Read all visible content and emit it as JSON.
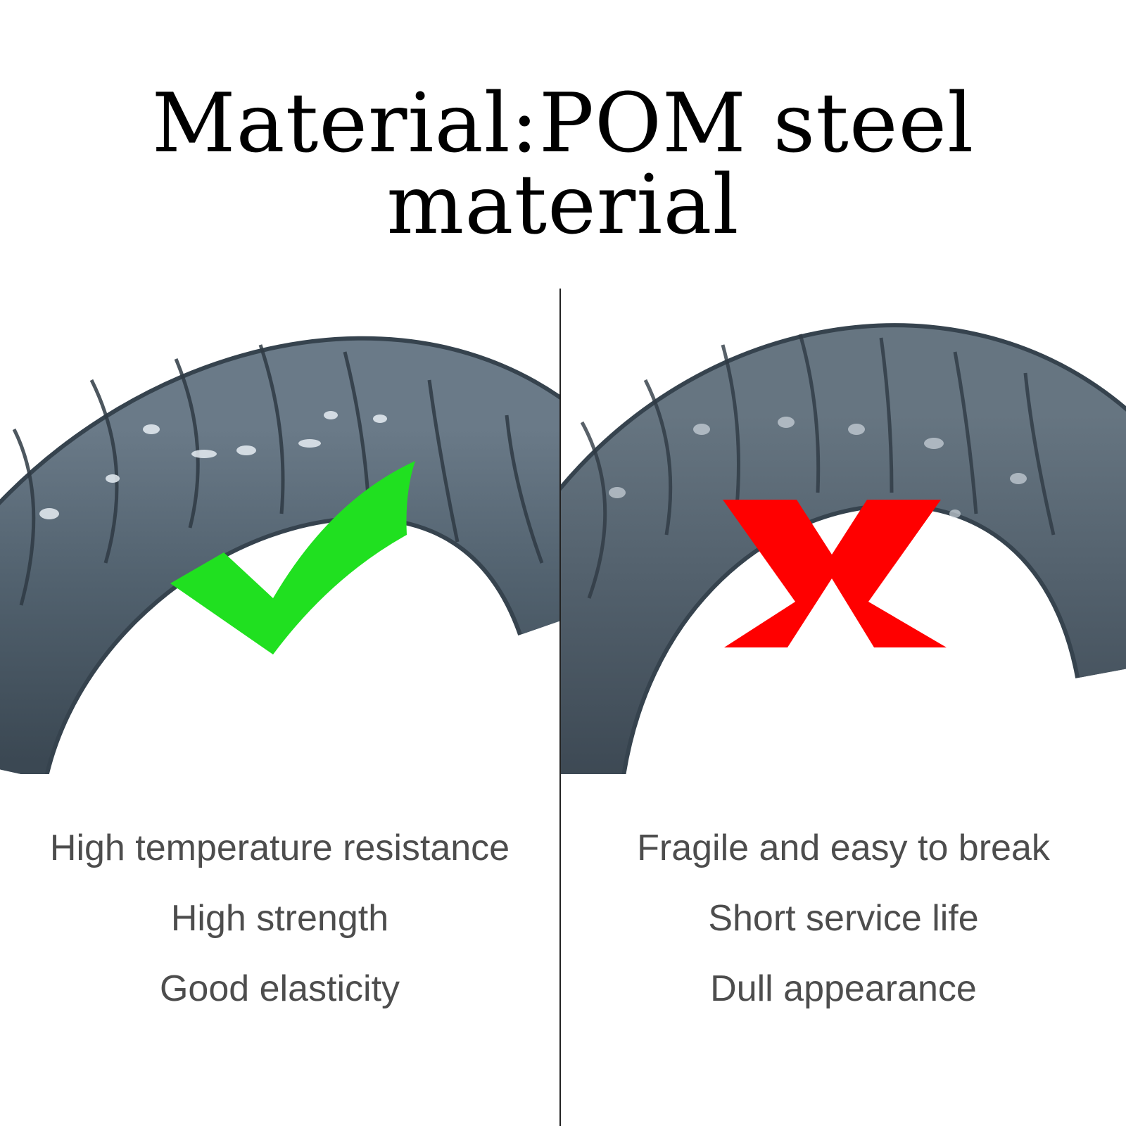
{
  "title": "Material:POM steel material",
  "left_panel": {
    "mark_icon": "check-mark-icon",
    "mark_color": "#20e020",
    "features": [
      "High temperature resistance",
      "High strength",
      "Good elasticity"
    ]
  },
  "right_panel": {
    "mark_icon": "x-mark-icon",
    "mark_color": "#ff0000",
    "features": [
      "Fragile and easy to break",
      "Short service life",
      "Dull appearance"
    ]
  },
  "colors": {
    "hose": "#4f5f6d",
    "hose_dark": "#3c4955",
    "text": "#4d4d4d"
  }
}
